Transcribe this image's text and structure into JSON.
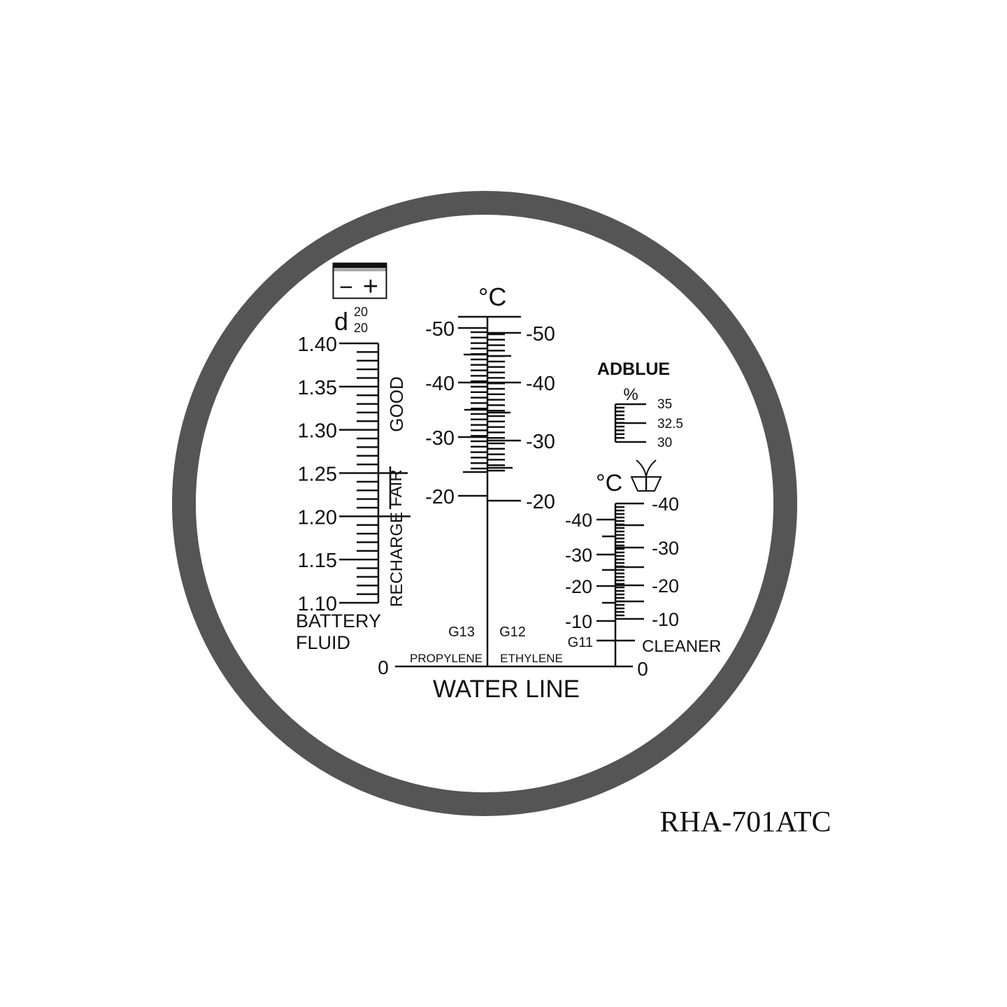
{
  "model": "RHA-701ATC",
  "battery": {
    "icon": "battery-icon",
    "minus": "−",
    "plus": "+",
    "symbol": "d",
    "sup": "20",
    "sub": "20",
    "ticks": [
      "1.40",
      "1.35",
      "1.30",
      "1.25",
      "1.20",
      "1.15",
      "1.10"
    ],
    "zones": [
      "GOOD",
      "FAIR",
      "RECHARGE"
    ],
    "label_line1": "BATTERY",
    "label_line2": "FLUID"
  },
  "antifreeze": {
    "unit": "°C",
    "left_ticks": [
      "-50",
      "-40",
      "-30",
      "-20"
    ],
    "right_ticks": [
      "-50",
      "-40",
      "-30",
      "-20"
    ],
    "left_label": "G13",
    "right_label": "G12",
    "left_fluid": "PROPYLENE",
    "right_fluid": "ETHYLENE"
  },
  "adblue": {
    "title": "ADBLUE",
    "unit": "%",
    "ticks": [
      "35",
      "32.5",
      "30"
    ]
  },
  "cleaner": {
    "unit": "°C",
    "icon": "windshield-wiper-icon",
    "left_ticks": [
      "-40",
      "-30",
      "-20",
      "-10"
    ],
    "left_extra": "G11",
    "right_ticks": [
      "-40",
      "-30",
      "-20",
      "-10"
    ],
    "label": "CLEANER"
  },
  "water_line": {
    "label": "WATER LINE",
    "left_zero": "0",
    "right_zero": "0"
  }
}
